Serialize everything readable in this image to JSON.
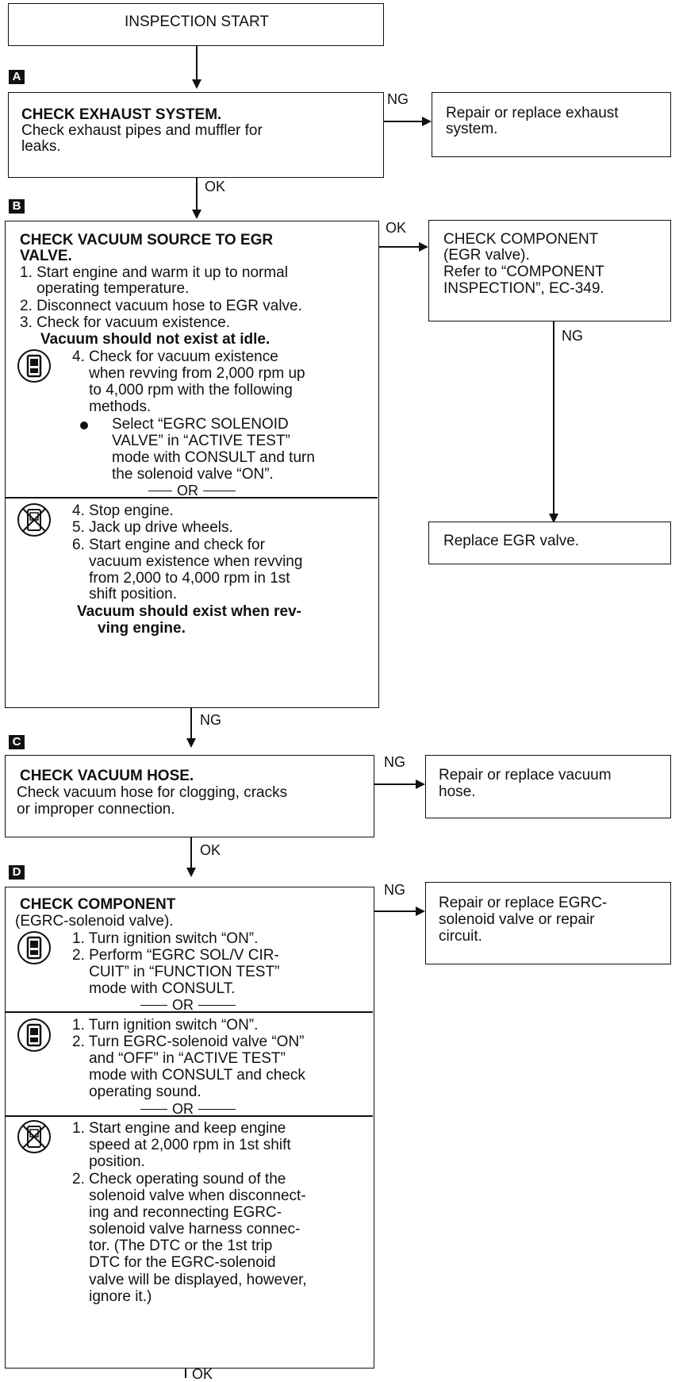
{
  "start": {
    "label": "INSPECTION START"
  },
  "steps": [
    {
      "tag": "A",
      "title": "CHECK EXHAUST SYSTEM.",
      "lines": [
        "Check exhaust pipes and muffler for",
        "leaks."
      ],
      "ng_label": "NG",
      "ng_box": [
        "Repair or replace exhaust",
        "system."
      ],
      "ok_label": "OK"
    },
    {
      "tag": "B",
      "title_lines": [
        "CHECK VACUUM SOURCE TO EGR",
        "VALVE."
      ],
      "items": [
        "1. Start engine and warm it up to normal",
        "    operating temperature.",
        "2. Disconnect vacuum hose to EGR valve.",
        "3. Check for vacuum existence."
      ],
      "note1": "Vacuum should not exist at idle.",
      "consult_lines": [
        "4. Check for vacuum existence",
        "    when revving from 2,000 rpm up",
        "    to 4,000 rpm with the following",
        "    methods."
      ],
      "bullet_lines": [
        "Select “EGRC SOLENOID",
        "VALVE” in “ACTIVE TEST”",
        "mode with CONSULT and turn",
        "the solenoid valve “ON”."
      ],
      "or_label": "OR",
      "noconsult_lines": [
        "4. Stop engine.",
        "5. Jack up drive wheels.",
        "6. Start engine and check for",
        "    vacuum existence when revving",
        "    from 2,000 to 4,000 rpm in 1st",
        "    shift position."
      ],
      "note2": [
        "Vacuum should exist when rev-",
        "ving engine."
      ],
      "ok_label": "OK",
      "ok_box": [
        "CHECK COMPONENT",
        "(EGR valve).",
        "Refer to “COMPONENT",
        "INSPECTION”, EC-349."
      ],
      "comp_ng_label": "NG",
      "replace_box": "Replace EGR valve.",
      "ng_label": "NG"
    },
    {
      "tag": "C",
      "title": "CHECK VACUUM HOSE.",
      "lines": [
        "Check vacuum hose for clogging, cracks",
        "or improper connection."
      ],
      "ng_label": "NG",
      "ng_box": [
        "Repair or replace vacuum",
        "hose."
      ],
      "ok_label": "OK"
    },
    {
      "tag": "D",
      "title": "CHECK COMPONENT",
      "subtitle": "(EGRC-solenoid valve).",
      "method1": [
        "1. Turn ignition switch “ON”.",
        "2. Perform “EGRC SOL/V CIR-",
        "    CUIT” in “FUNCTION TEST”",
        "    mode with CONSULT."
      ],
      "or_label": "OR",
      "method2": [
        "1. Turn ignition switch “ON”.",
        "2. Turn EGRC-solenoid valve “ON”",
        "    and “OFF” in “ACTIVE TEST”",
        "    mode with CONSULT and check",
        "    operating sound."
      ],
      "method3": [
        "1. Start engine and keep engine",
        "    speed at 2,000 rpm in 1st shift",
        "    position.",
        "2. Check operating sound of the",
        "    solenoid valve when disconnect-",
        "    ing and reconnecting EGRC-",
        "    solenoid valve harness connec-",
        "    tor. (The DTC or the 1st trip",
        "    DTC for the EGRC-solenoid",
        "    valve will be displayed, however,",
        "    ignore it.)"
      ],
      "ng_label": "NG",
      "ng_box": [
        "Repair or replace EGRC-",
        "solenoid valve or repair",
        "circuit."
      ],
      "ok_label": "OK"
    }
  ],
  "icons": {
    "consult": "consult-tester-icon",
    "no_consult": "no-consult-tester-icon"
  }
}
